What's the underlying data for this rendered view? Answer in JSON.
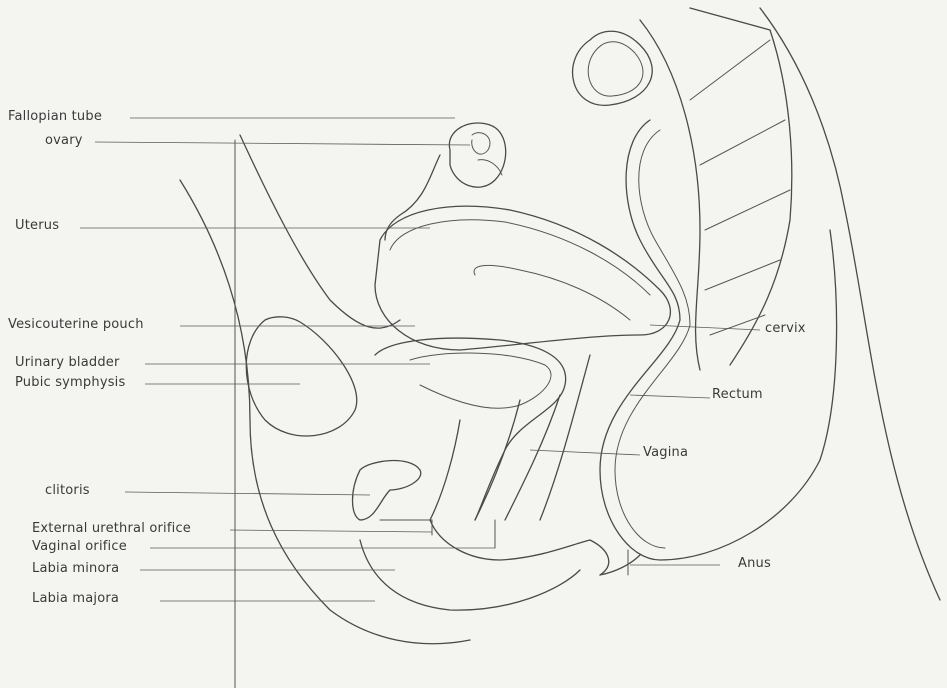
{
  "labels": {
    "fallopian_tube": "Fallopian tube",
    "ovary": "ovary",
    "uterus": "Uterus",
    "vesicouterine_pouch": "Vesicouterine pouch",
    "urinary_bladder": "Urinary bladder",
    "pubic_symphysis": "Pubic symphysis",
    "clitoris": "clitoris",
    "external_urethral_orifice": "External urethral orifice",
    "vaginal_orifice": "Vaginal orifice",
    "labia_minora": "Labia minora",
    "labia_majora": "Labia majora",
    "cervix": "cervix",
    "rectum": "Rectum",
    "vagina": "Vagina",
    "anus": "Anus"
  },
  "colors": {
    "paper": "#f4f4f1",
    "pencil": "#4a4a4a"
  }
}
